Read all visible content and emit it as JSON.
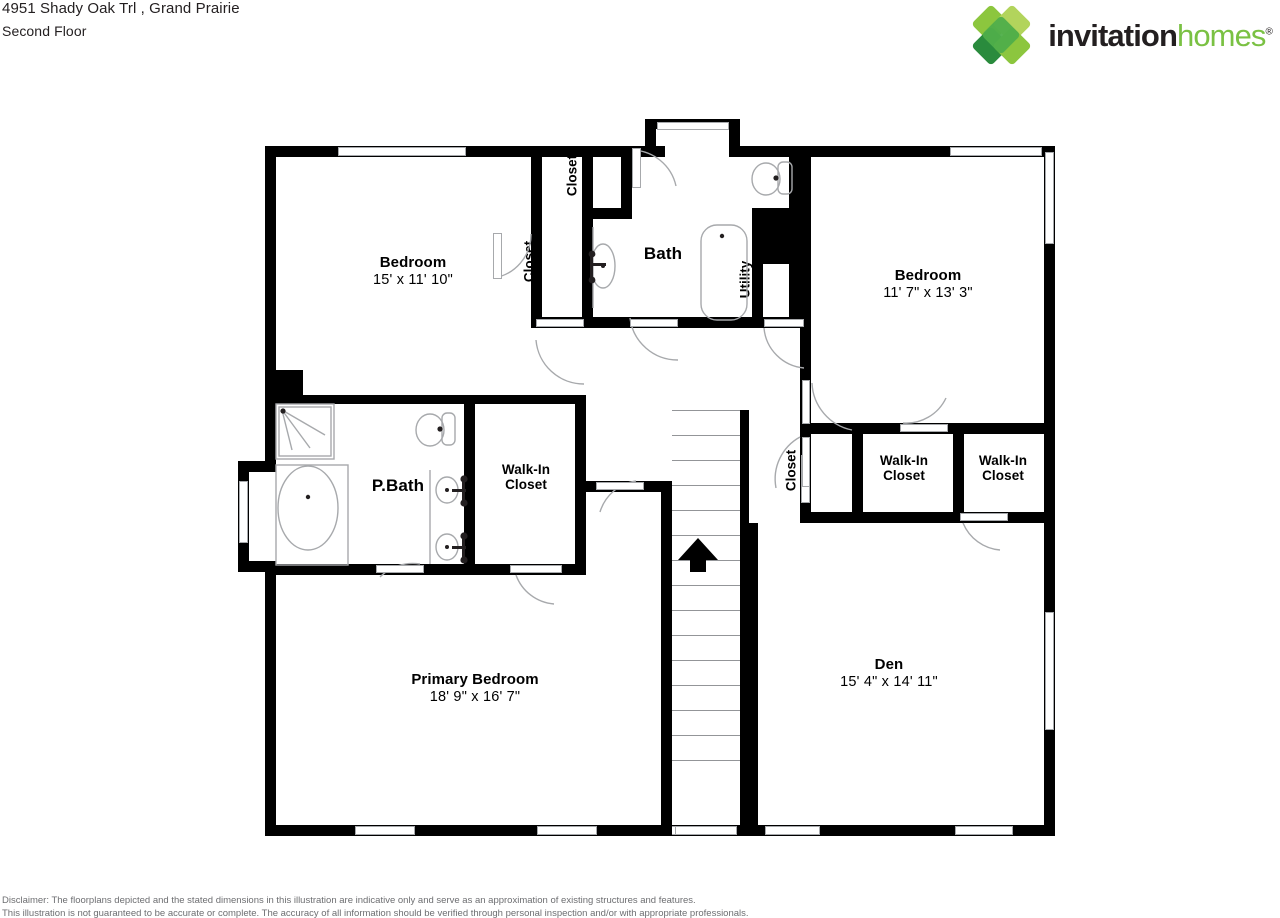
{
  "header": {
    "address": "4951 Shady Oak Trl , Grand Prairie",
    "floor": "Second Floor"
  },
  "logo": {
    "brand_bold": "invitation",
    "brand_light": "homes",
    "trademark": "®",
    "colors": {
      "light_green": "#b2d45c",
      "mid_green": "#8cc63e",
      "dark_green": "#2a8b3d",
      "text_green": "#7ac143",
      "text_dark": "#231f20"
    }
  },
  "disclaimer": {
    "line1": "Disclaimer: The floorplans depicted and the stated dimensions in this illustration are indicative only and serve as an approximation of existing structures and features.",
    "line2": "This illustration is not guaranteed to be accurate or complete. The accuracy of all information should be verified through personal inspection and/or with appropriate professionals."
  },
  "floorplan": {
    "stairs_direction": "up-arrow",
    "rooms": [
      {
        "id": "bedroom-1",
        "name": "Bedroom",
        "dimensions": "15' x 11' 10\""
      },
      {
        "id": "bedroom-2",
        "name": "Bedroom",
        "dimensions": "11' 7\" x 13' 3\""
      },
      {
        "id": "primary-bedroom",
        "name": "Primary Bedroom",
        "dimensions": "18' 9\" x 16' 7\""
      },
      {
        "id": "den",
        "name": "Den",
        "dimensions": "15' 4\" x 14' 11\""
      },
      {
        "id": "walk-in-closet-1",
        "name": "Walk-In\nCloset",
        "name_l1": "Walk-In",
        "name_l2": "Closet",
        "dimensions": ""
      },
      {
        "id": "walk-in-closet-2",
        "name_l1": "Walk-In",
        "name_l2": "Closet",
        "dimensions": ""
      },
      {
        "id": "walk-in-closet-3",
        "name_l1": "Walk-In",
        "name_l2": "Closet",
        "dimensions": ""
      },
      {
        "id": "bath",
        "name": "Bath",
        "dimensions": ""
      },
      {
        "id": "primary-bath",
        "name": "P.Bath",
        "dimensions": ""
      },
      {
        "id": "closet-1",
        "name": "Closet",
        "dimensions": ""
      },
      {
        "id": "closet-2",
        "name": "Closet",
        "dimensions": ""
      },
      {
        "id": "closet-3",
        "name": "Closet",
        "dimensions": ""
      },
      {
        "id": "utility",
        "name": "Utility",
        "dimensions": ""
      }
    ]
  }
}
